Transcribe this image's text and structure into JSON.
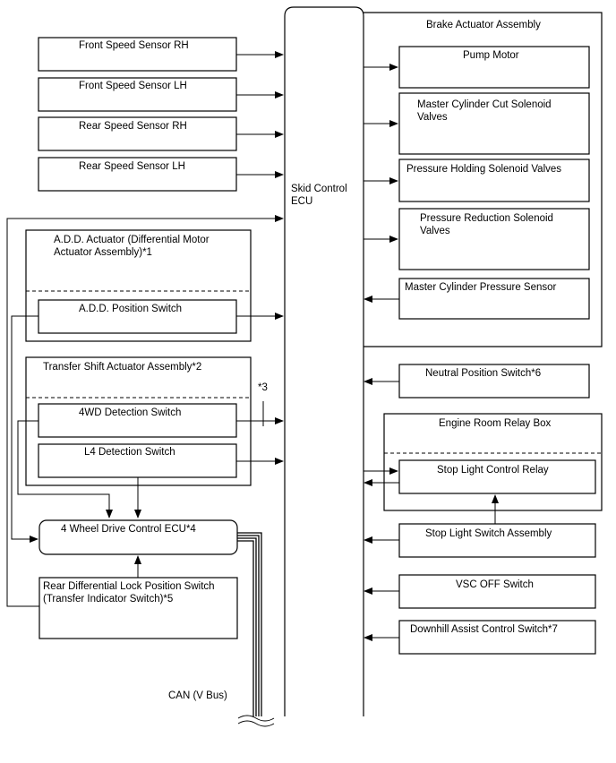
{
  "ecu": {
    "line1": "Skid Control",
    "line2": "ECU"
  },
  "brake_actuator": {
    "title": "Brake Actuator Assembly",
    "pump_motor": "Pump Motor",
    "master_cut_line1": "Master Cylinder Cut Solenoid",
    "master_cut_line2": "Valves",
    "pressure_holding": "Pressure Holding Solenoid Valves",
    "pressure_reduction_line1": "Pressure Reduction Solenoid",
    "pressure_reduction_line2": "Valves",
    "master_pressure_sensor": "Master Cylinder Pressure Sensor"
  },
  "speed_sensors": {
    "front_rh": "Front Speed Sensor RH",
    "front_lh": "Front Speed Sensor LH",
    "rear_rh": "Rear Speed Sensor RH",
    "rear_lh": "Rear Speed Sensor LH"
  },
  "add_actuator": {
    "title_line1": "A.D.D. Actuator (Differential Motor",
    "title_line2": "Actuator Assembly)*1",
    "position_switch": "A.D.D. Position Switch"
  },
  "transfer_actuator": {
    "title": "Transfer Shift Actuator Assembly*2",
    "wd_switch": "4WD Detection Switch",
    "l4_switch": "L4 Detection Switch",
    "note": "*3"
  },
  "four_wd_ecu": "4 Wheel Drive Control ECU*4",
  "rear_diff": {
    "line1": "Rear Differential Lock Position Switch",
    "line2": "(Transfer Indicator Switch)*5"
  },
  "can_label": "CAN (V Bus)",
  "neutral_switch": "Neutral Position Switch*6",
  "relay_box": {
    "title": "Engine Room Relay Box",
    "relay": "Stop Light Control Relay"
  },
  "stop_light_switch": "Stop Light Switch Assembly",
  "vsc_off": "VSC OFF Switch",
  "downhill": "Downhill Assist Control Switch*7"
}
